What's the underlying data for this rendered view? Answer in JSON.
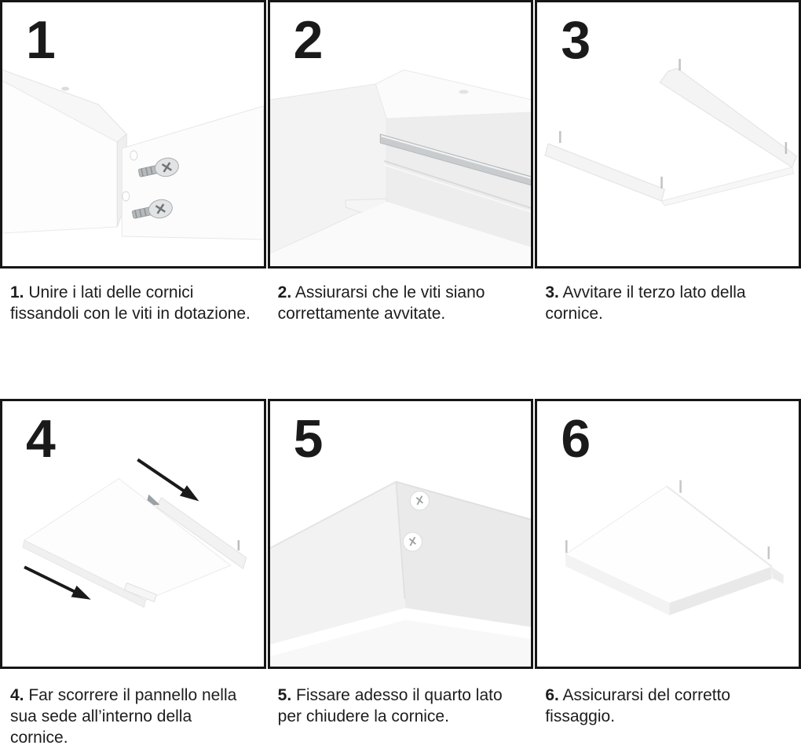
{
  "steps": [
    {
      "number": "1",
      "caption_prefix": "1.",
      "caption_text": "Unire i lati delle cornici fissandoli con le viti in dotazione."
    },
    {
      "number": "2",
      "caption_prefix": "2.",
      "caption_text": "Assiurarsi che le viti siano correttamente avvitate."
    },
    {
      "number": "3",
      "caption_prefix": "3.",
      "caption_text": "Avvitare il terzo lato della cornice."
    },
    {
      "number": "4",
      "caption_prefix": "4.",
      "caption_text": "Far scorrere il pannello nella sua sede all’interno della cornice."
    },
    {
      "number": "5",
      "caption_prefix": "5.",
      "caption_text": "Fissare adesso il quarto lato per chiudere la cornice."
    },
    {
      "number": "6",
      "caption_prefix": "6.",
      "caption_text": "Assicurarsi del corretto fissaggio."
    }
  ],
  "colors": {
    "panel_border": "#161616",
    "caption_text": "#1d1d1d",
    "step_number": "#1a1a1a",
    "arrow": "#1a1a1a",
    "product_white": "#fdfdfd",
    "product_shadow": "#ececec",
    "metal_gray": "#c9ccce"
  }
}
